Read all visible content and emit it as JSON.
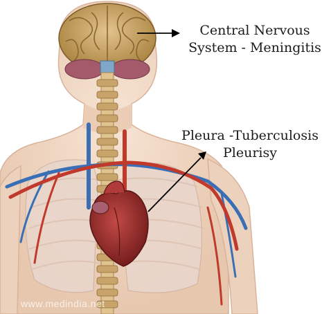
{
  "labels": {
    "cns": {
      "line1": "Central Nervous",
      "line2": "System - Meningitis"
    },
    "pleura": {
      "line1": "Pleura -Tuberculosis",
      "line2": "Pleurisy"
    }
  },
  "watermark": "www.medindia.net",
  "colors": {
    "skin": "#f0d9c6",
    "skin_edge": "#d9b29a",
    "brain": "#c9a36b",
    "lung": "#e8d0c2",
    "artery": "#c0392b",
    "vein": "#3a6fb5",
    "heart": "#9c2a2a",
    "spine": "#d8b98a"
  }
}
